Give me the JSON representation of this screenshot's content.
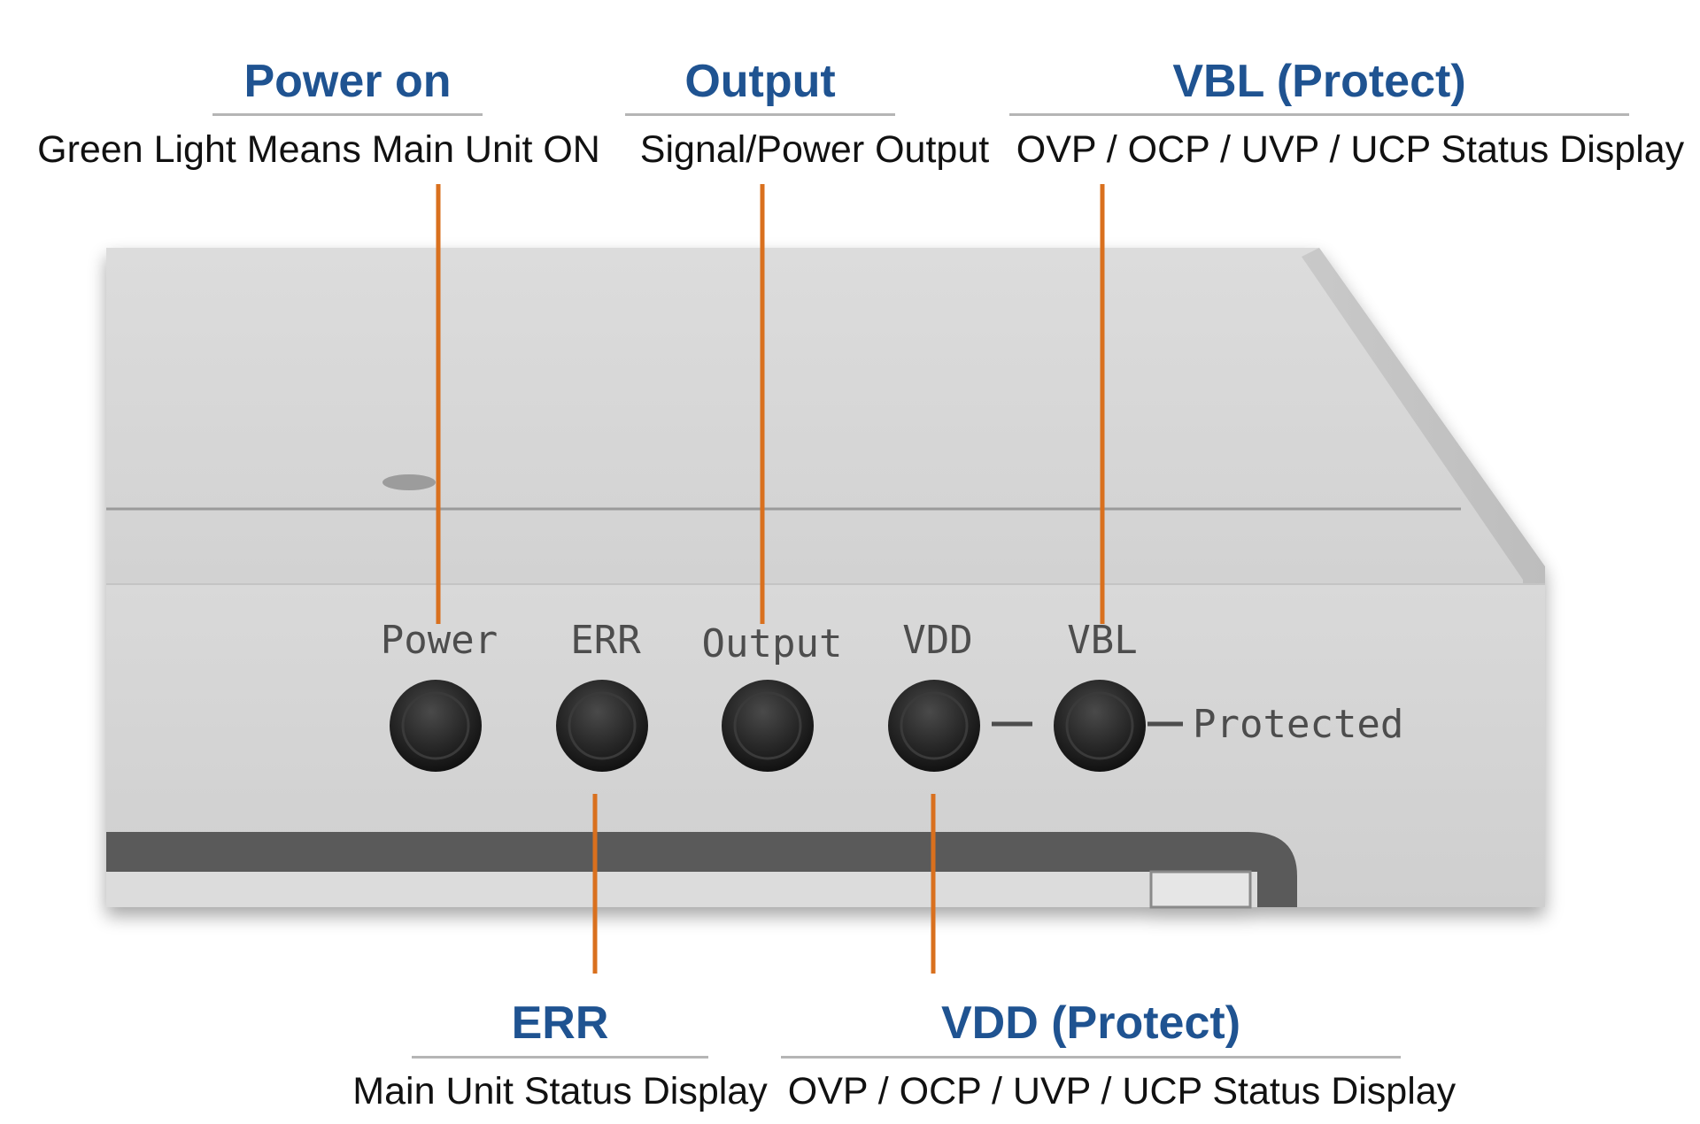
{
  "callouts": {
    "power_on": {
      "title": "Power on",
      "desc": "Green Light Means Main Unit ON"
    },
    "output": {
      "title": "Output",
      "desc": "Signal/Power Output"
    },
    "vbl": {
      "title": "VBL (Protect)",
      "desc": "OVP / OCP / UVP / UCP Status Display"
    },
    "err": {
      "title": "ERR",
      "desc": "Main Unit Status Display"
    },
    "vdd": {
      "title": "VDD (Protect)",
      "desc": "OVP / OCP / UVP / UCP Status Display"
    }
  },
  "panel": {
    "labels": {
      "power": "Power",
      "err": "ERR",
      "output": "Output",
      "vdd": "VDD",
      "vbl": "VBL",
      "protected": "Protected"
    }
  },
  "colors": {
    "title": "#1f5391",
    "leader_line": "#d9701e",
    "rule": "#b5b5b5",
    "device_body": "#d6d6d6"
  }
}
